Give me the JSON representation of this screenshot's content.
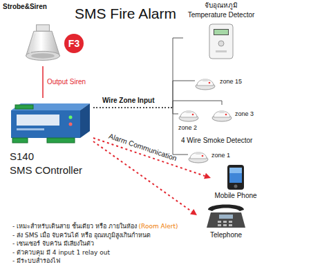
{
  "diagram": {
    "title": "SMS Fire Alarm",
    "nodes": [
      {
        "text": [
          "Strobe&Siren"
        ]
      },
      {
        "text": [
          "F3"
        ]
      },
      {
        "text": [
          "จับอุณหภูมิ",
          "Temperature Detector"
        ]
      },
      {
        "text": [
          "zone 15"
        ]
      },
      {
        "text": [
          "zone 3"
        ]
      },
      {
        "text": [
          "zone 2"
        ]
      },
      {
        "text": [
          "S140",
          "SMS COntroller"
        ]
      },
      {
        "text": [
          "zone 1"
        ]
      },
      {
        "text": [
          "Mobile Phone"
        ]
      },
      {
        "text": [
          "Telephone"
        ]
      }
    ],
    "edges": [
      {
        "from": 0,
        "to": 6,
        "label": "Output Siren",
        "arrow": "none"
      },
      {
        "from": 6,
        "to": 2,
        "label": "Wire Zone Input",
        "arrow": "none"
      },
      {
        "from": 6,
        "to": 3,
        "arrow": "none"
      },
      {
        "from": 6,
        "to": 4,
        "arrow": "none"
      },
      {
        "from": 6,
        "to": 5,
        "arrow": "none"
      },
      {
        "from": 6,
        "to": 7,
        "arrow": "none"
      },
      {
        "from": 6,
        "to": 8,
        "label": "Alarm Communication",
        "arrow": "to"
      },
      {
        "from": 6,
        "to": 9,
        "arrow": "to"
      }
    ],
    "labels": [
      "4 Wire Smoke Detector",
      "- เหมะสำหรับเดินสาย ชั้นเดียว หรือ ภายในห้อง",
      "(Room Alert)",
      "- ส่ง SMS เมื่อ จับควันได้ หรือ อุณหภูมิสูงเกินกำหนด",
      "- เซนเซอร์ จับควัน มีเสียงในตัว",
      "- ตัวควบคุม มี 4 input 1 relay out",
      "- มีระบบสำรองไฟ"
    ]
  }
}
